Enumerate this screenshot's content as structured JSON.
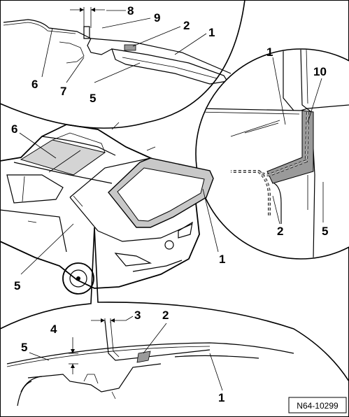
{
  "figure_ref": "N64-10299",
  "callouts": {
    "top_detail": [
      "8",
      "9",
      "2",
      "1",
      "6",
      "7",
      "5"
    ],
    "right_detail": [
      "1",
      "10",
      "2",
      "5"
    ],
    "car_view": [
      "6",
      "1",
      "5"
    ],
    "bottom_detail": [
      "3",
      "2",
      "4",
      "5",
      "1"
    ]
  },
  "colors": {
    "line": "#000000",
    "background": "#ffffff",
    "sunroof_glass": "#d4d4d4",
    "rear_window_frame": "#c8c8c8",
    "seal_shading": "#9a9a9a"
  }
}
